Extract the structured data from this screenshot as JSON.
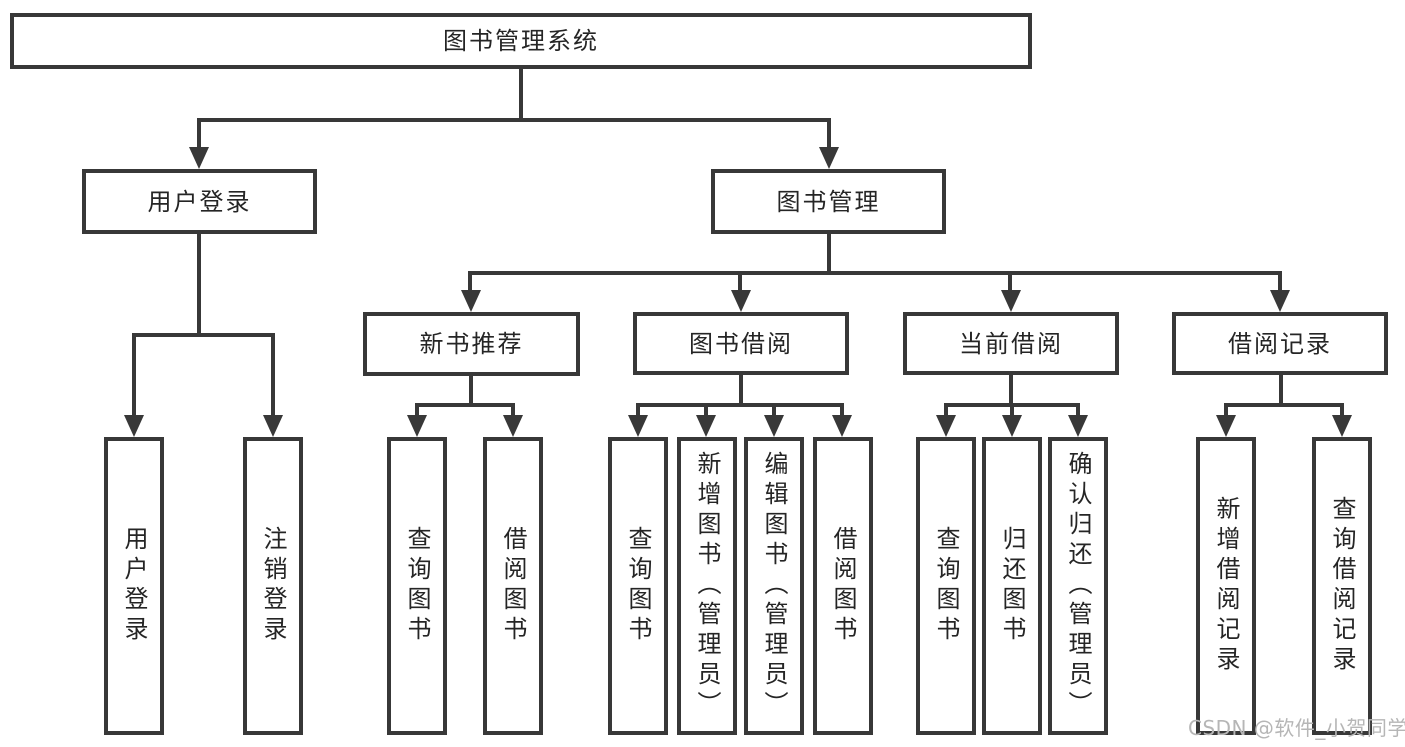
{
  "diagram": {
    "type": "tree",
    "title": "图书管理系统",
    "nodes": {
      "root": {
        "label": "图书管理系统"
      },
      "user_login_branch": {
        "label": "用户登录"
      },
      "book_management": {
        "label": "图书管理"
      },
      "new_book_recommendation": {
        "label": "新书推荐"
      },
      "book_borrowing": {
        "label": "图书借阅"
      },
      "current_borrowing": {
        "label": "当前借阅"
      },
      "borrowing_records": {
        "label": "借阅记录"
      },
      "user_login": {
        "label": "用户登录"
      },
      "logout_login": {
        "label": "注销登录"
      },
      "nbr_query_books": {
        "label": "查询图书"
      },
      "nbr_borrow_books": {
        "label": "借阅图书"
      },
      "bb_query_books": {
        "label": "查询图书"
      },
      "bb_add_books_admin": {
        "label": "新增图书（管理员）"
      },
      "bb_edit_books_admin": {
        "label": "编辑图书（管理员）"
      },
      "bb_borrow_books": {
        "label": "借阅图书"
      },
      "cb_query_books": {
        "label": "查询图书"
      },
      "cb_return_books": {
        "label": "归还图书"
      },
      "cb_confirm_return_admin": {
        "label": "确认归还（管理员）"
      },
      "br_add_record": {
        "label": "新增借阅记录"
      },
      "br_query_record": {
        "label": "查询借阅记录"
      }
    },
    "hierarchy": {
      "root": [
        "user_login_branch",
        "book_management"
      ],
      "user_login_branch": [
        "user_login",
        "logout_login"
      ],
      "book_management": [
        "new_book_recommendation",
        "book_borrowing",
        "current_borrowing",
        "borrowing_records"
      ],
      "new_book_recommendation": [
        "nbr_query_books",
        "nbr_borrow_books"
      ],
      "book_borrowing": [
        "bb_query_books",
        "bb_add_books_admin",
        "bb_edit_books_admin",
        "bb_borrow_books"
      ],
      "current_borrowing": [
        "cb_query_books",
        "cb_return_books",
        "cb_confirm_return_admin"
      ],
      "borrowing_records": [
        "br_add_record",
        "br_query_record"
      ]
    },
    "colors": {
      "line": "#383838",
      "box_background": "#ffffff",
      "text": "#252525",
      "watermark": "#b6b6b6"
    },
    "watermark": {
      "text": "CSDN @软件_小贺同学"
    }
  }
}
